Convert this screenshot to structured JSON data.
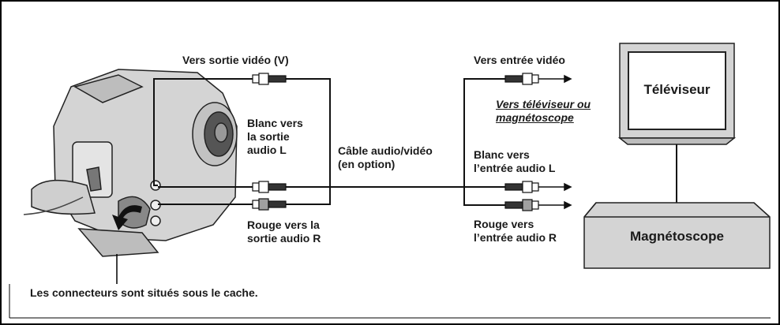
{
  "labels": {
    "video_out": "Vers sortie vidéo (V)",
    "white_out": "Blanc vers\nla sortie\naudio L",
    "cable": "Câble audio/vidéo\n(en option)",
    "red_out": "Rouge vers la\nsortie audio R",
    "connectors_note": "Les connecteurs sont situés sous le cache.",
    "video_in": "Vers entrée vidéo",
    "to_tv_vcr": "Vers téléviseur ou\nmagnétoscope",
    "white_in": "Blanc vers\nl’entrée audio L",
    "red_in": "Rouge vers\nl’entrée audio R",
    "tv": "Téléviseur",
    "vcr": "Magnétoscope"
  },
  "colors": {
    "line": "#111111",
    "device_fill": "#d4d4d4",
    "plug_white": "#ffffff",
    "plug_red": "#a0a0a0",
    "frame": "#000000"
  },
  "icons": {
    "camcorder": "camcorder-icon",
    "television": "television-icon",
    "vcr": "vcr-icon",
    "plug": "rca-plug-icon",
    "arrow": "arrow-right-icon"
  }
}
